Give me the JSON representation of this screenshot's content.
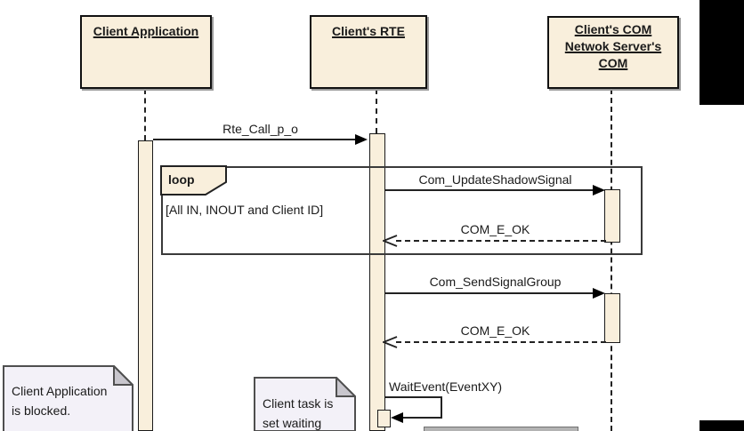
{
  "diagram_type": "uml-sequence-diagram",
  "participants": [
    {
      "id": "client-application",
      "lines": [
        "Client Application"
      ]
    },
    {
      "id": "clients-rte",
      "lines": [
        "Client's RTE"
      ]
    },
    {
      "id": "clients-com",
      "lines": [
        "Client's COM",
        "Netwok Server's",
        "COM"
      ]
    }
  ],
  "fragment": {
    "operator": "loop",
    "guard": "[All IN, INOUT and Client ID]"
  },
  "messages": {
    "rte_call": "Rte_Call_p_o",
    "com_update_shadow_signal": "Com_UpdateShadowSignal",
    "com_e_ok_1": "COM_E_OK",
    "com_send_signal_group": "Com_SendSignalGroup",
    "com_e_ok_2": "COM_E_OK",
    "wait_event": "WaitEvent(EventXY)"
  },
  "notes": [
    {
      "lines": [
        "Client Application",
        "is blocked."
      ]
    },
    {
      "lines": [
        "Client task is",
        "set waiting"
      ]
    }
  ],
  "colors": {
    "box_fill": "#f9efdc",
    "note_fill": "#f3f1f8",
    "note_fold": "#c8c6cd",
    "line": "#222222",
    "redaction": "#000000"
  }
}
